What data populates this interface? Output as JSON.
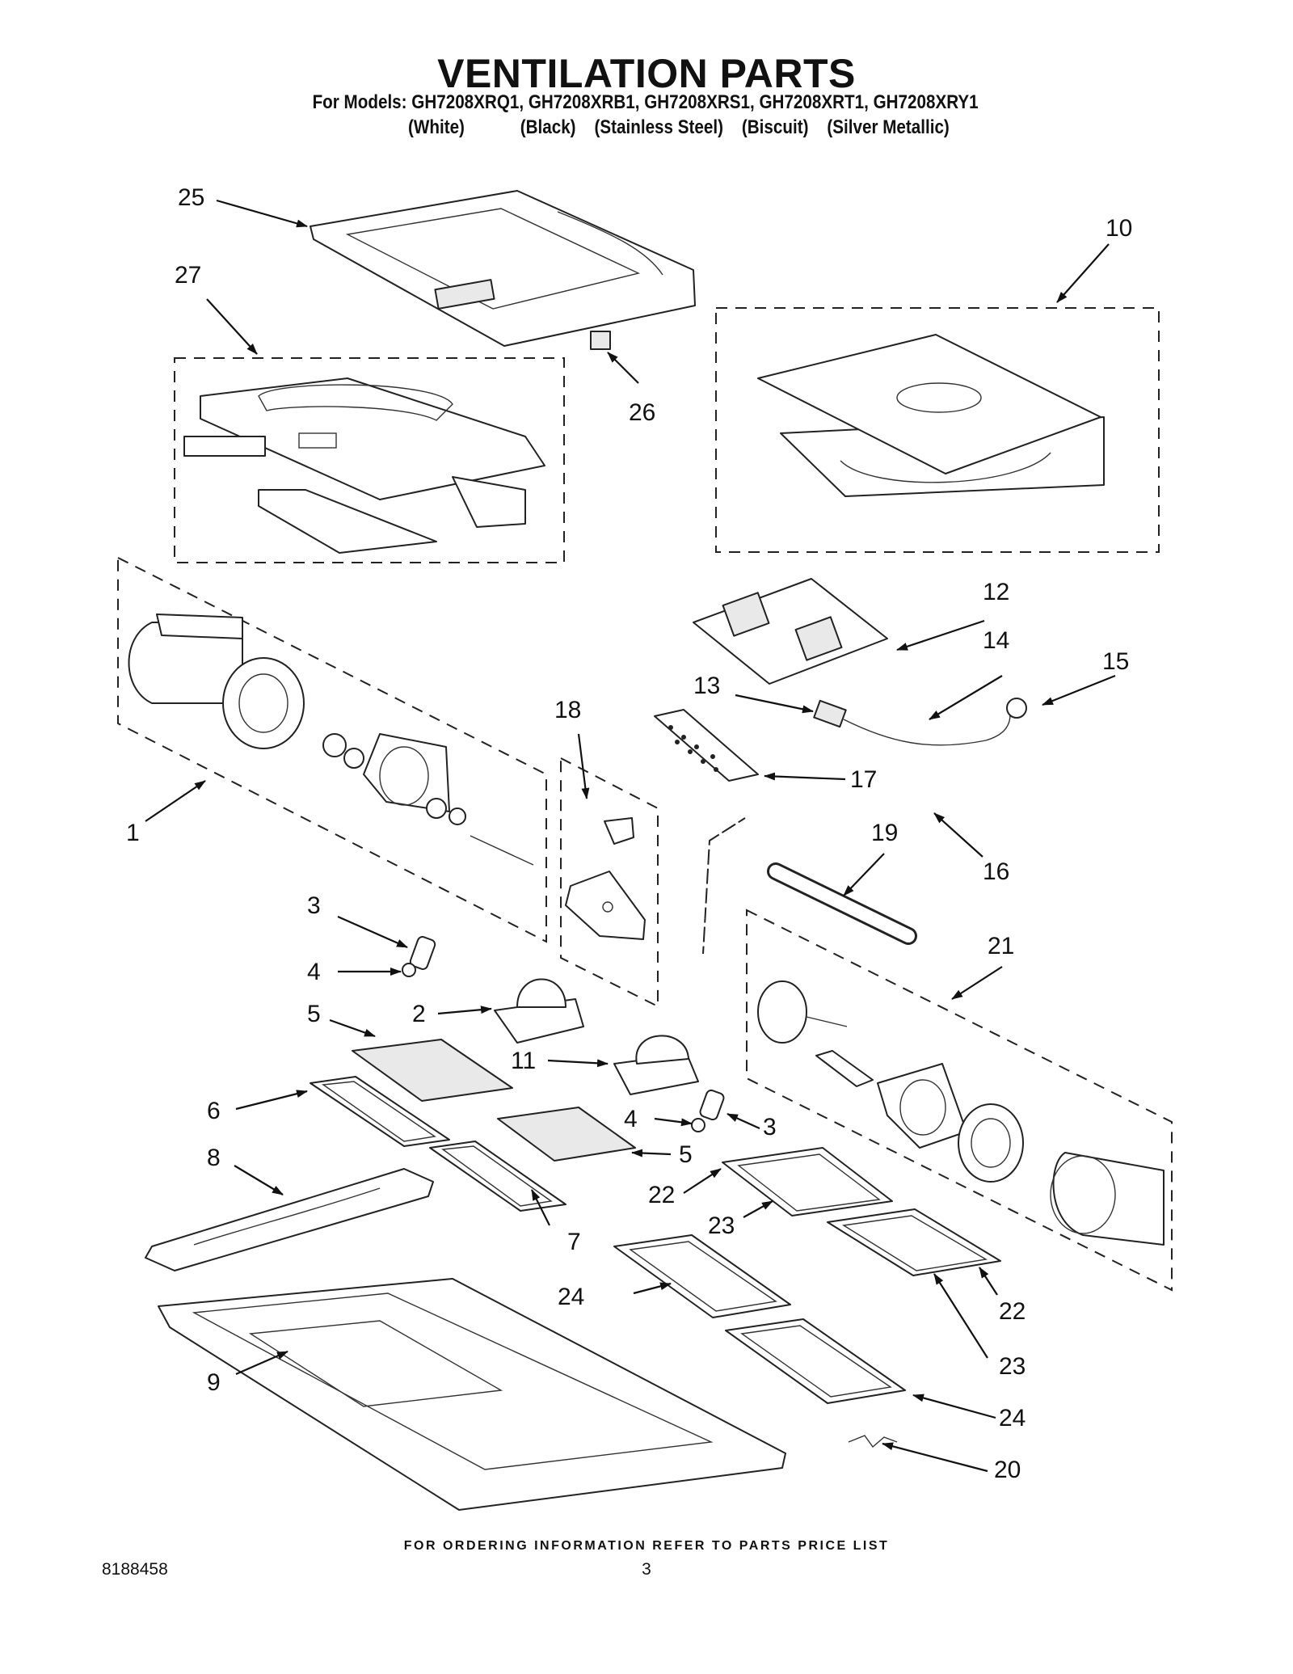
{
  "header": {
    "title": "VENTILATION PARTS",
    "models_line": "For Models: GH7208XRQ1, GH7208XRB1, GH7208XRS1, GH7208XRT1, GH7208XRY1",
    "colors_line": "(White)            (Black)    (Stainless Steel)    (Biscuit)    (Silver Metallic)"
  },
  "callouts": {
    "c1": "1",
    "c2": "2",
    "c3a": "3",
    "c3b": "3",
    "c4a": "4",
    "c4b": "4",
    "c5a": "5",
    "c5b": "5",
    "c6": "6",
    "c7": "7",
    "c8": "8",
    "c9": "9",
    "c10": "10",
    "c11": "11",
    "c12": "12",
    "c13": "13",
    "c14": "14",
    "c15": "15",
    "c16": "16",
    "c17": "17",
    "c18": "18",
    "c19": "19",
    "c20": "20",
    "c21": "21",
    "c22a": "22",
    "c22b": "22",
    "c23a": "23",
    "c23b": "23",
    "c24a": "24",
    "c24b": "24",
    "c25": "25",
    "c26": "26",
    "c27": "27"
  },
  "footer": {
    "note": "FOR ORDERING INFORMATION REFER TO PARTS PRICE LIST",
    "doc_number": "8188458",
    "page_number": "3"
  }
}
